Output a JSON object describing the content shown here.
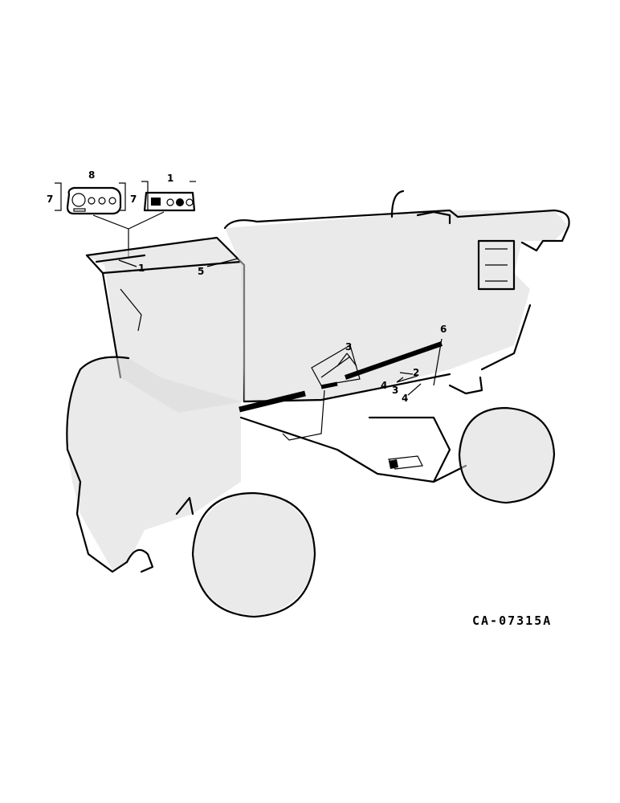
{
  "diagram": {
    "reference_code": "CA-07315A",
    "callouts": [
      {
        "id": "c8",
        "label": "8"
      },
      {
        "id": "c7-left",
        "label": "7"
      },
      {
        "id": "c7-right",
        "label": "7"
      },
      {
        "id": "c1-top",
        "label": "1"
      },
      {
        "id": "c1-cab",
        "label": "1"
      },
      {
        "id": "c5",
        "label": "5"
      },
      {
        "id": "c3-upper",
        "label": "3"
      },
      {
        "id": "c6",
        "label": "6"
      },
      {
        "id": "c2",
        "label": "2"
      },
      {
        "id": "c4-left",
        "label": "4"
      },
      {
        "id": "c3-lower",
        "label": "3"
      },
      {
        "id": "c4-right",
        "label": "4"
      }
    ]
  }
}
